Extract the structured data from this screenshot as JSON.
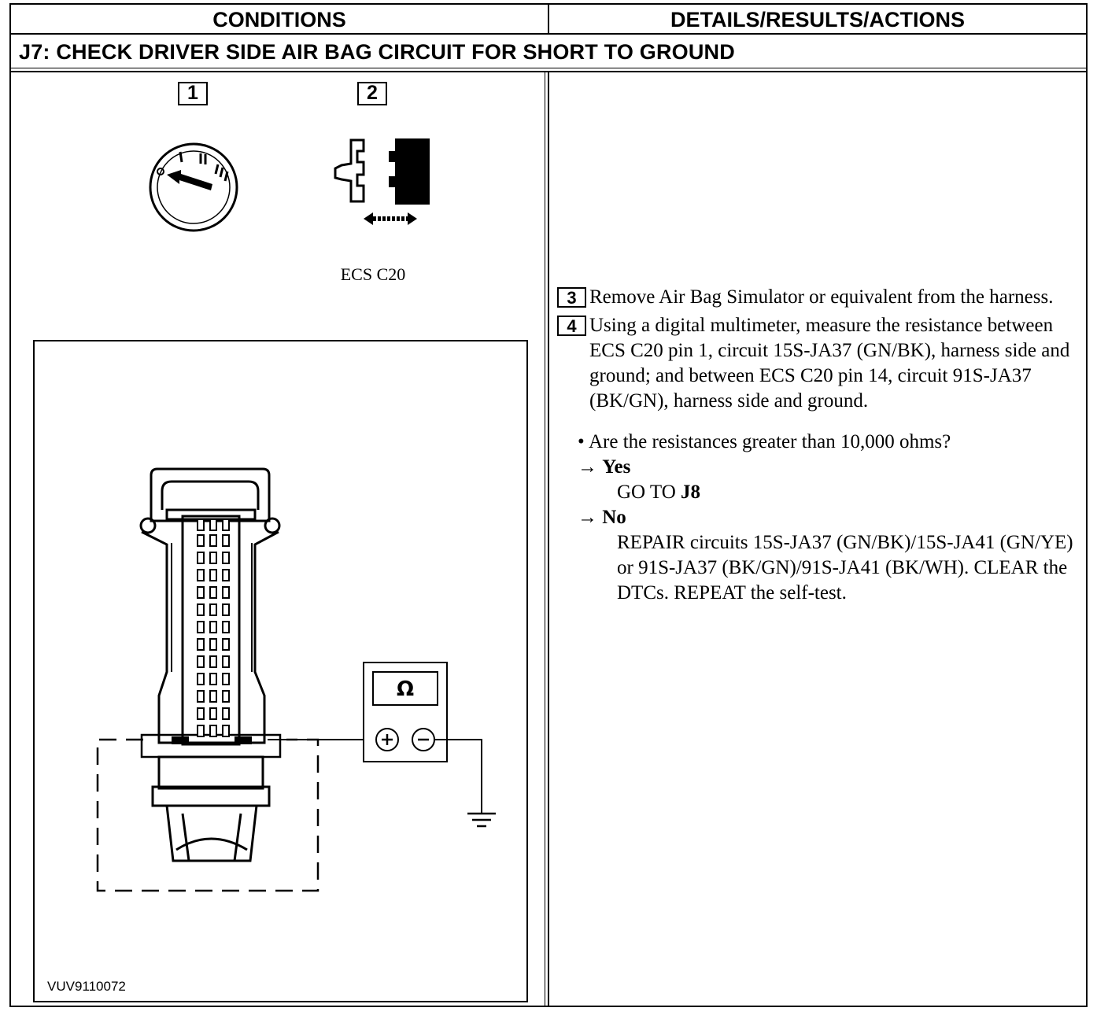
{
  "headers": {
    "conditions": "CONDITIONS",
    "details": "DETAILS/RESULTS/ACTIONS"
  },
  "title": "J7: CHECK DRIVER SIDE AIR BAG CIRCUIT FOR SHORT TO GROUND",
  "conditions": {
    "step1": "1",
    "step2": "2",
    "connector_label": "ECS C20",
    "figure_id": "VUV9110072",
    "ohm_symbol": "Ω",
    "icons": [
      "ignition-switch-icon",
      "connector-disconnect-icon",
      "connector-diagram",
      "multimeter-icon",
      "ground-icon"
    ]
  },
  "steps": [
    {
      "num": "3",
      "text": "Remove Air Bag Simulator or equivalent from the harness."
    },
    {
      "num": "4",
      "text": "Using a digital multimeter, measure the resistance between ECS C20 pin 1, circuit 15S-JA37 (GN/BK), harness side and ground; and between ECS C20 pin 14, circuit 91S-JA37 (BK/GN), harness side and ground."
    }
  ],
  "question": "Are the resistances greater than 10,000 ohms?",
  "bullet": "•",
  "arrow": "→",
  "yes": {
    "label": "Yes",
    "action_prefix": "GO TO ",
    "action_target": "J8"
  },
  "no": {
    "label": "No",
    "action": "REPAIR circuits 15S-JA37 (GN/BK)/15S-JA41 (GN/YE) or 91S-JA37 (BK/GN)/91S-JA41 (BK/WH). CLEAR the DTCs. REPEAT the self-test."
  }
}
